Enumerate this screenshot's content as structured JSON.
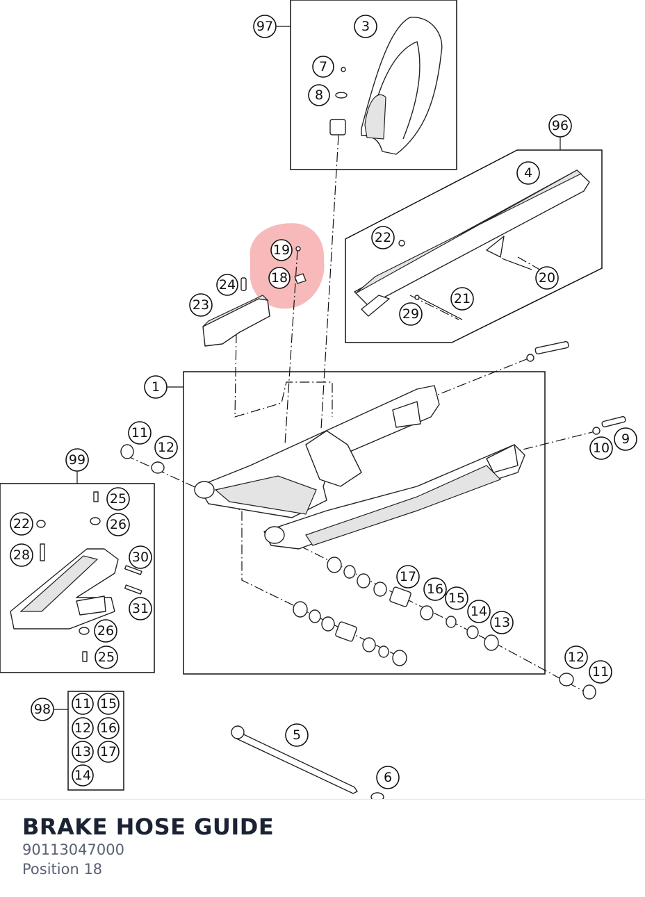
{
  "diagram": {
    "callouts": [
      "97",
      "3",
      "7",
      "8",
      "96",
      "4",
      "22",
      "20",
      "21",
      "29",
      "19",
      "18",
      "24",
      "23",
      "1",
      "11",
      "12",
      "99",
      "25",
      "22",
      "26",
      "28",
      "30",
      "31",
      "26",
      "25",
      "10",
      "9",
      "17",
      "16",
      "15",
      "14",
      "13",
      "12",
      "11",
      "98",
      "11",
      "15",
      "12",
      "16",
      "13",
      "17",
      "14",
      "5",
      "6"
    ],
    "highlight_color": "#f28b8b"
  },
  "part": {
    "name": "BRAKE HOSE GUIDE",
    "number": "90113047000",
    "position": "Position 18"
  }
}
